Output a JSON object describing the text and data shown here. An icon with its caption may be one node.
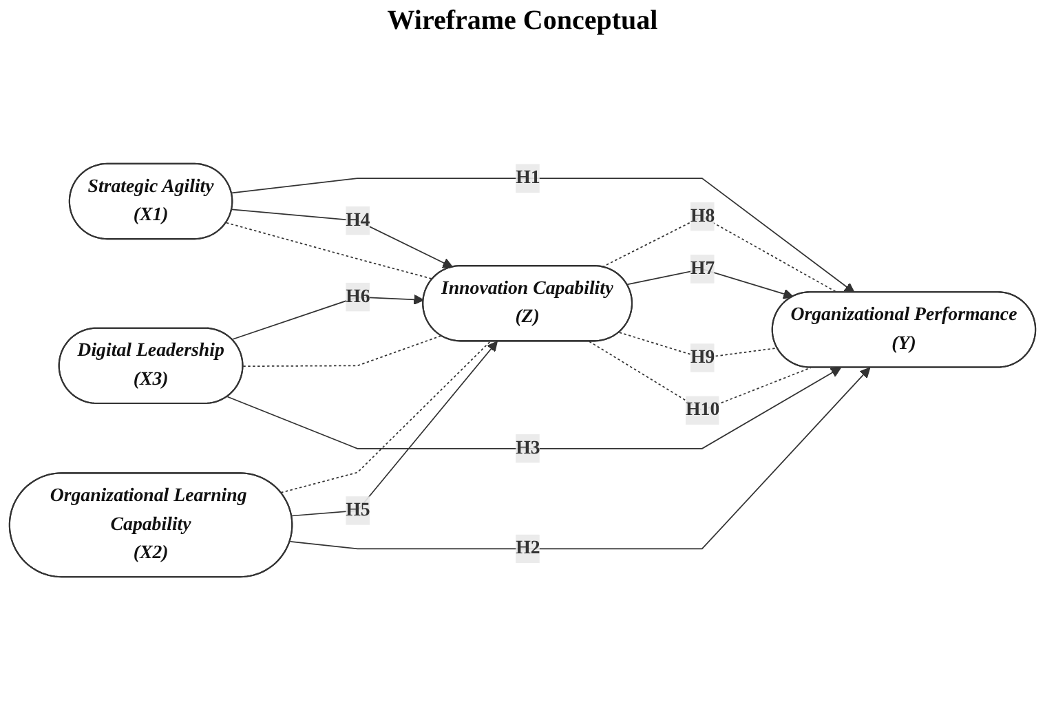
{
  "diagram": {
    "title": "Wireframe Conceptual",
    "nodes": [
      {
        "text": [
          "Strategic Agility",
          "(X1)"
        ]
      },
      {
        "text": [
          "Organizational Learning Capability",
          "(X2)"
        ]
      },
      {
        "text": [
          "Innovation Capability",
          "(Z)"
        ]
      },
      {
        "text": [
          "Organizational Performance",
          "(Y)"
        ]
      },
      {
        "text": [
          "Digital Leadership",
          "(X3)"
        ]
      }
    ],
    "edges": [
      {
        "from": 0,
        "to": 3,
        "arrow": "to",
        "label": "H1"
      },
      {
        "from": 0,
        "to": 2,
        "arrow": "to",
        "label": "H4"
      },
      {
        "from": 0,
        "to": 2,
        "arrow": "none",
        "style": "dashed"
      },
      {
        "from": 1,
        "to": 2,
        "arrow": "none",
        "style": "dashed"
      },
      {
        "from": 1,
        "to": 2,
        "arrow": "to",
        "label": "H5"
      },
      {
        "from": 4,
        "to": 2,
        "arrow": "to",
        "label": "H6"
      },
      {
        "from": 4,
        "to": 2,
        "arrow": "none",
        "style": "dashed"
      },
      {
        "from": 4,
        "to": 3,
        "arrow": "to",
        "label": "H3"
      },
      {
        "from": 2,
        "to": 3,
        "arrow": "none",
        "style": "dashed",
        "label": "H8"
      },
      {
        "from": 2,
        "to": 3,
        "arrow": "to",
        "label": "H7"
      },
      {
        "from": 2,
        "to": 3,
        "arrow": "none",
        "style": "dashed",
        "label": "H9"
      },
      {
        "from": 2,
        "to": 3,
        "arrow": "none",
        "style": "dashed",
        "label": "H10"
      },
      {
        "from": 1,
        "to": 3,
        "arrow": "to",
        "label": "H2"
      }
    ]
  }
}
